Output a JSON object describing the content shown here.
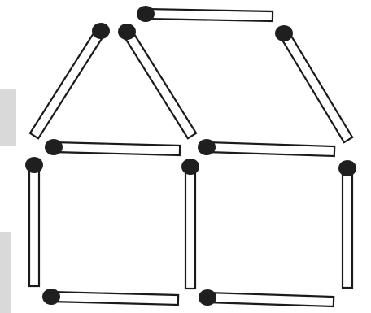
{
  "puzzle": {
    "type": "matchstick-house",
    "match_count": 11,
    "matches": [
      {
        "id": "top-roof",
        "head": "left"
      },
      {
        "id": "left-roof",
        "head": "top"
      },
      {
        "id": "middle-roof",
        "head": "top"
      },
      {
        "id": "right-roof",
        "head": "top"
      },
      {
        "id": "left-beam",
        "head": "left"
      },
      {
        "id": "right-beam",
        "head": "left"
      },
      {
        "id": "left-wall",
        "head": "top"
      },
      {
        "id": "middle-wall",
        "head": "top"
      },
      {
        "id": "right-wall",
        "head": "top"
      },
      {
        "id": "left-floor",
        "head": "left"
      },
      {
        "id": "right-floor",
        "head": "left"
      }
    ],
    "colors": {
      "stick_fill": "#ffffff",
      "stick_outline": "#1a1a1a",
      "head": "#1f1f1f",
      "background": "#ffffff",
      "edge_shade": "#d9d9d9"
    }
  }
}
